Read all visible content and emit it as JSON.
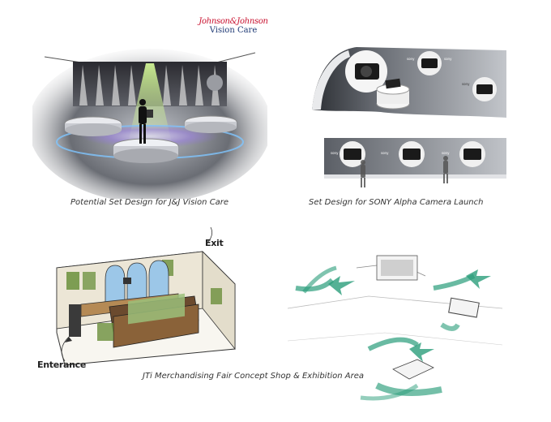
{
  "captions": {
    "jj": "Potential Set Design for J&J Vision Care",
    "sony": "Set Design for SONY Alpha Camera Launch",
    "jti": "JTi Merchandising Fair Concept Shop & Exhibition Area"
  },
  "logo": {
    "line1": "Johnson&Johnson",
    "line2": "Vision Care"
  },
  "sketch_labels": {
    "exit": "Exit",
    "entrance": "Enterance"
  },
  "sony_signs": [
    "sony",
    "sony",
    "sony",
    "sony",
    "sony",
    "sony"
  ],
  "colors": {
    "teal": "#2a9d7a",
    "navy": "#1f3a75",
    "jj_red": "#c8102e",
    "stage_purple": "#8a6fd6",
    "shop_green": "#6a8f3b"
  }
}
